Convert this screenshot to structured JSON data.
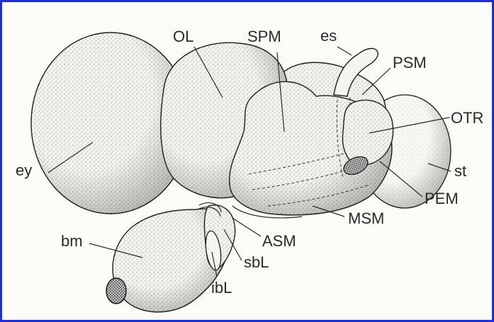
{
  "diagram": {
    "labels": {
      "ol": "OL",
      "spm": "SPM",
      "es": "es",
      "psm": "PSM",
      "otr": "OTR",
      "ey": "ey",
      "st": "st",
      "pem": "PEM",
      "msm": "MSM",
      "bm": "bm",
      "asm": "ASM",
      "sbl": "sbL",
      "ibl": "ibL"
    }
  }
}
